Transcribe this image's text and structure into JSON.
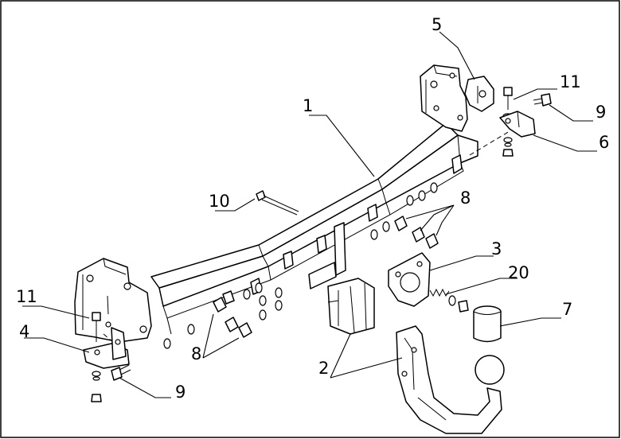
{
  "diagram": {
    "title": "",
    "labels": {
      "beam": "1",
      "socket_bracket": "2",
      "socket_plate": "3",
      "left_bracket": "4",
      "right_side_plate": "5",
      "right_bracket": "6",
      "ball_cover": "7",
      "bolts_left": "8",
      "bolts_right": "8",
      "screw_left": "9",
      "screw_right": "9",
      "long_bolt": "10",
      "bolt_left": "11",
      "bolt_right": "11",
      "spring": "20"
    },
    "parts": [
      {
        "id": "1",
        "name": "crossbar-beam"
      },
      {
        "id": "2",
        "name": "electrical-socket-bracket"
      },
      {
        "id": "3",
        "name": "socket-mounting-plate"
      },
      {
        "id": "4",
        "name": "left-mounting-bracket"
      },
      {
        "id": "5",
        "name": "right-side-plate"
      },
      {
        "id": "6",
        "name": "right-mounting-bracket"
      },
      {
        "id": "7",
        "name": "ball-cover-cap"
      },
      {
        "id": "8",
        "name": "bolt-set"
      },
      {
        "id": "9",
        "name": "screw"
      },
      {
        "id": "10",
        "name": "long-bolt"
      },
      {
        "id": "11",
        "name": "bolt"
      },
      {
        "id": "20",
        "name": "spring"
      }
    ]
  }
}
